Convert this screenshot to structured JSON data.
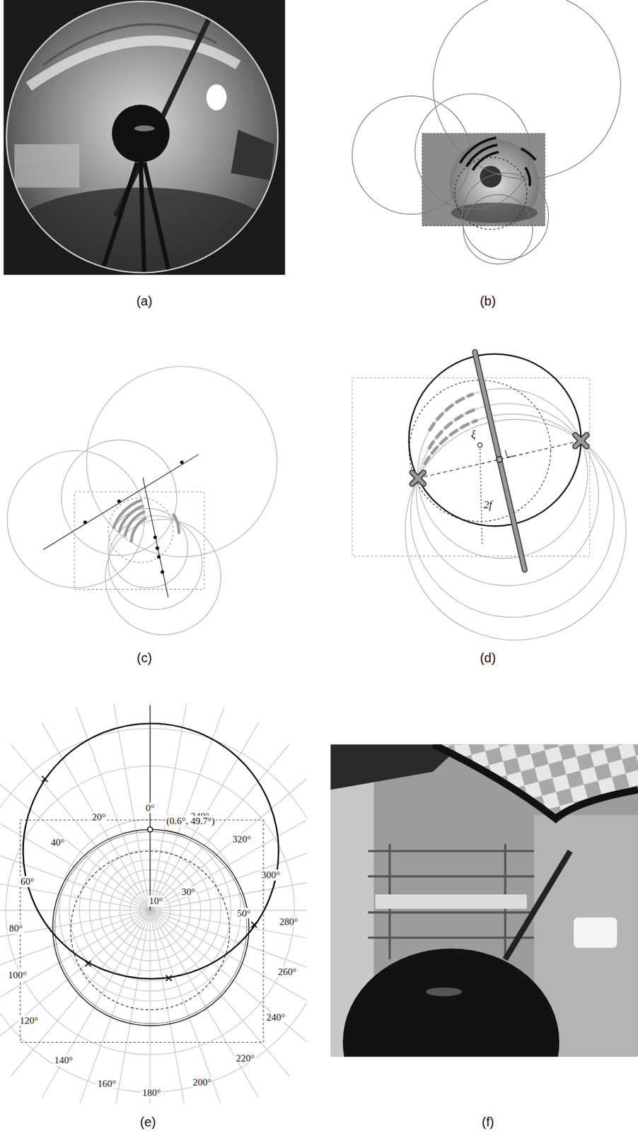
{
  "diagram": {
    "labels": [
      "(a)",
      "(b)",
      "(c)",
      "(d)",
      "ξ",
      "2f",
      "0°",
      "20°",
      "340°",
      "40°",
      "320°",
      "60°",
      "300°",
      "80°",
      "280°",
      "100°",
      "260°",
      "120°",
      "240°",
      "140°",
      "220°",
      "160°",
      "200°",
      "180°",
      "(0.6°, 49.7°)",
      "10°",
      "30°",
      "50°",
      "(e)",
      "(f)"
    ]
  }
}
